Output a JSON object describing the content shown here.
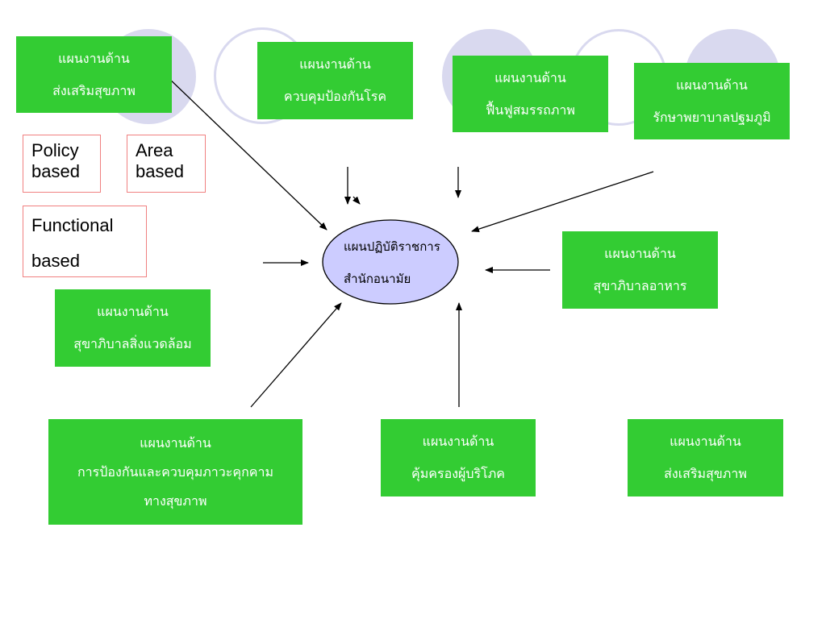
{
  "center": {
    "line1": "แผนปฏิบัติราชการ",
    "line2": "สำนักอนามัย",
    "fill": "#ccccff"
  },
  "colors": {
    "box_fill": "#33cc33",
    "box_text": "#ffffff",
    "circle_fill": "#d9d9ef",
    "red_border": "#f08080"
  },
  "plans": [
    {
      "line1": "แผนงานด้าน",
      "line2": "ส่งเสริมสุขภาพ"
    },
    {
      "line1": "แผนงานด้าน",
      "line2": "ควบคุมป้องกันโรค"
    },
    {
      "line1": "แผนงานด้าน",
      "line2": "ฟื้นฟูสมรรถภาพ"
    },
    {
      "line1": "แผนงานด้าน",
      "line2": "รักษาพยาบาลปฐมภูมิ"
    },
    {
      "line1": "แผนงานด้าน",
      "line2": "สุขาภิบาลอาหาร"
    },
    {
      "line1": "แผนงานด้าน",
      "line2": "สุขาภิบาลสิ่งแวดล้อม"
    },
    {
      "line1": "แผนงานด้าน",
      "line2": "การป้องกันและควบคุมภาวะคุกคาม",
      "line3": "ทางสุขภาพ"
    },
    {
      "line1": "แผนงานด้าน",
      "line2": "คุ้มครองผู้บริโภค"
    },
    {
      "line1": "แผนงานด้าน",
      "line2": "ส่งเสริมสุขภาพ"
    }
  ],
  "bases": {
    "policy": {
      "line1": "Policy",
      "line2": "based"
    },
    "area": {
      "line1": "Area",
      "line2": "based"
    },
    "functional": {
      "line1": "Functional",
      "line2": "based"
    }
  }
}
